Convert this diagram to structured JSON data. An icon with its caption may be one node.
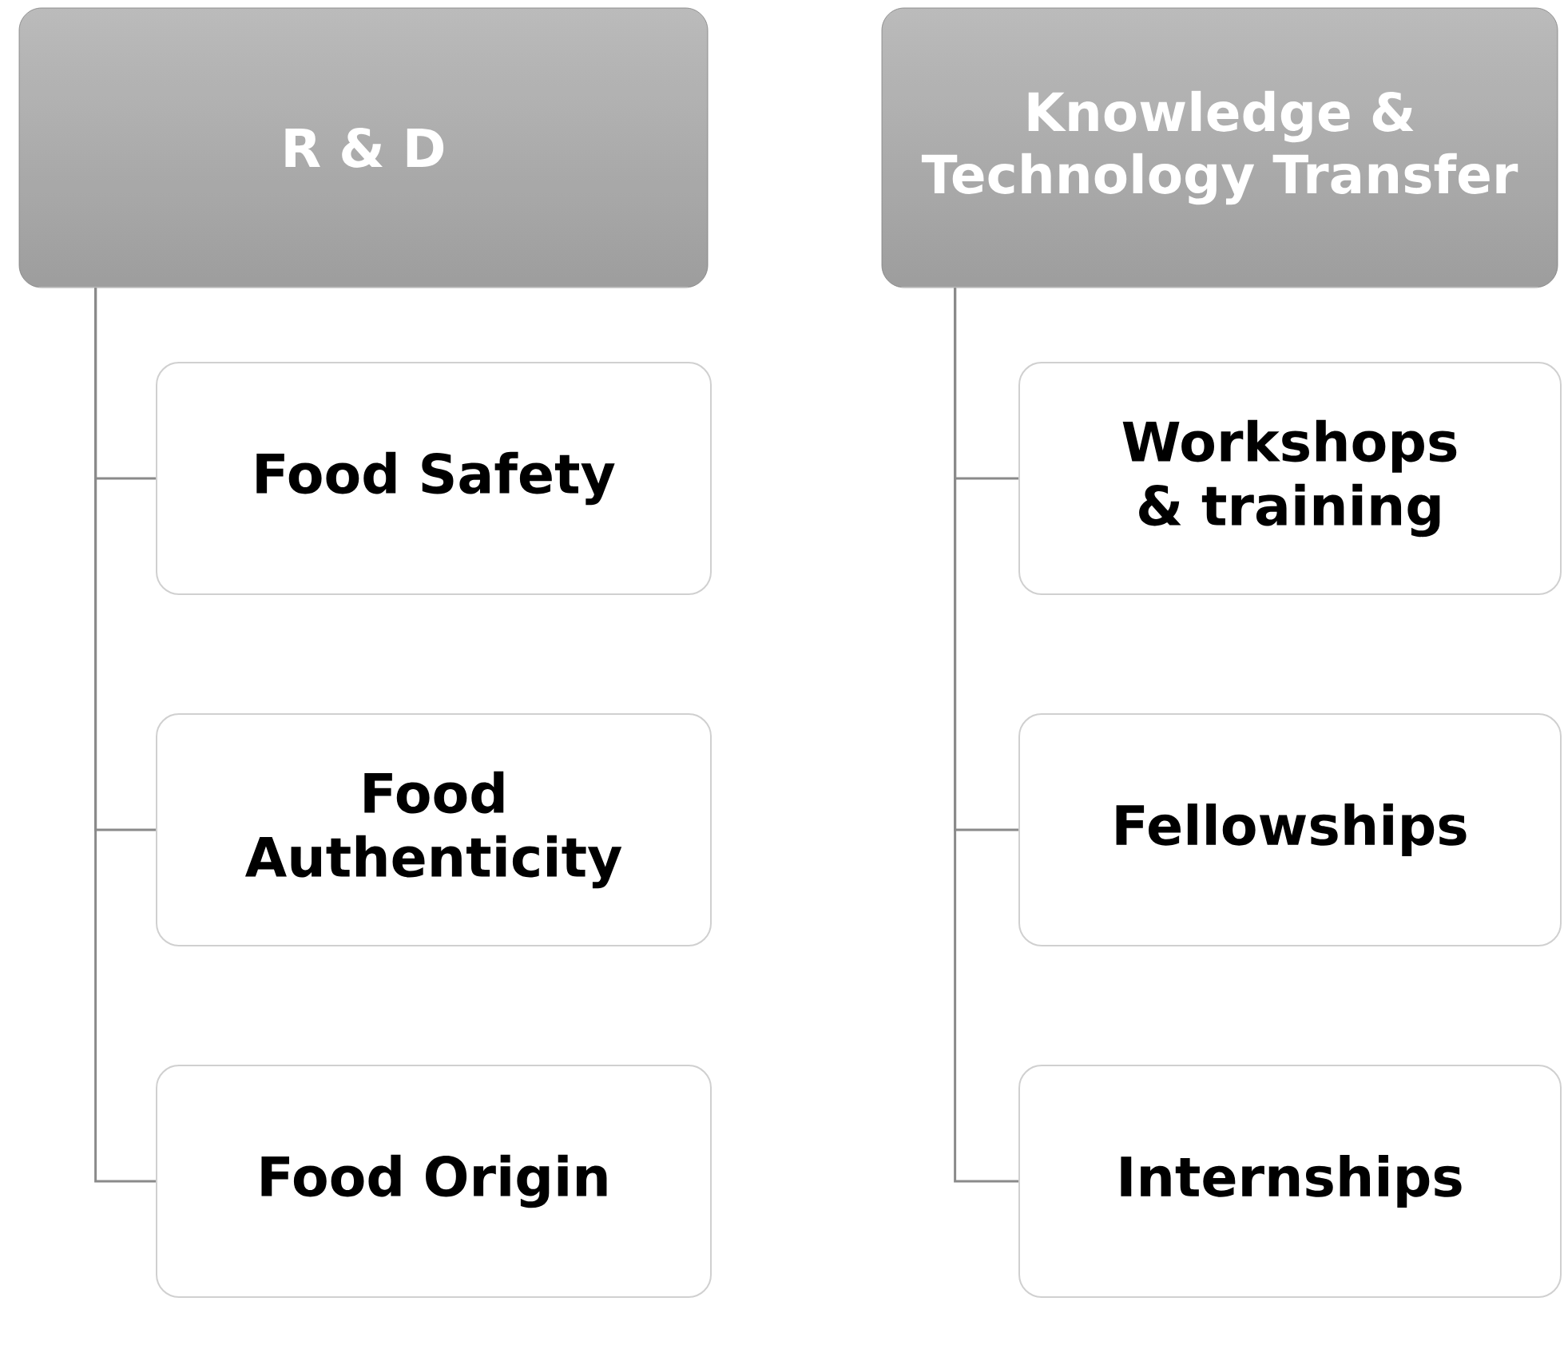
{
  "diagram": {
    "nodes": [
      {
        "text": [
          "R & D"
        ]
      },
      {
        "text": [
          "Food Safety"
        ]
      },
      {
        "text": [
          "Food Authenticity"
        ]
      },
      {
        "text": [
          "Food Origin"
        ]
      },
      {
        "text": [
          "Knowledge & Technology Transfer"
        ]
      },
      {
        "text": [
          "Workshops & training"
        ]
      },
      {
        "text": [
          "Fellowships"
        ]
      },
      {
        "text": [
          "Internships"
        ]
      }
    ],
    "edges": [
      {
        "from": 0,
        "to": 1,
        "arrow": "none"
      },
      {
        "from": 0,
        "to": 2,
        "arrow": "none"
      },
      {
        "from": 0,
        "to": 3,
        "arrow": "none"
      },
      {
        "from": 4,
        "to": 5,
        "arrow": "none"
      },
      {
        "from": 4,
        "to": 6,
        "arrow": "none"
      },
      {
        "from": 4,
        "to": 7,
        "arrow": "none"
      }
    ]
  }
}
